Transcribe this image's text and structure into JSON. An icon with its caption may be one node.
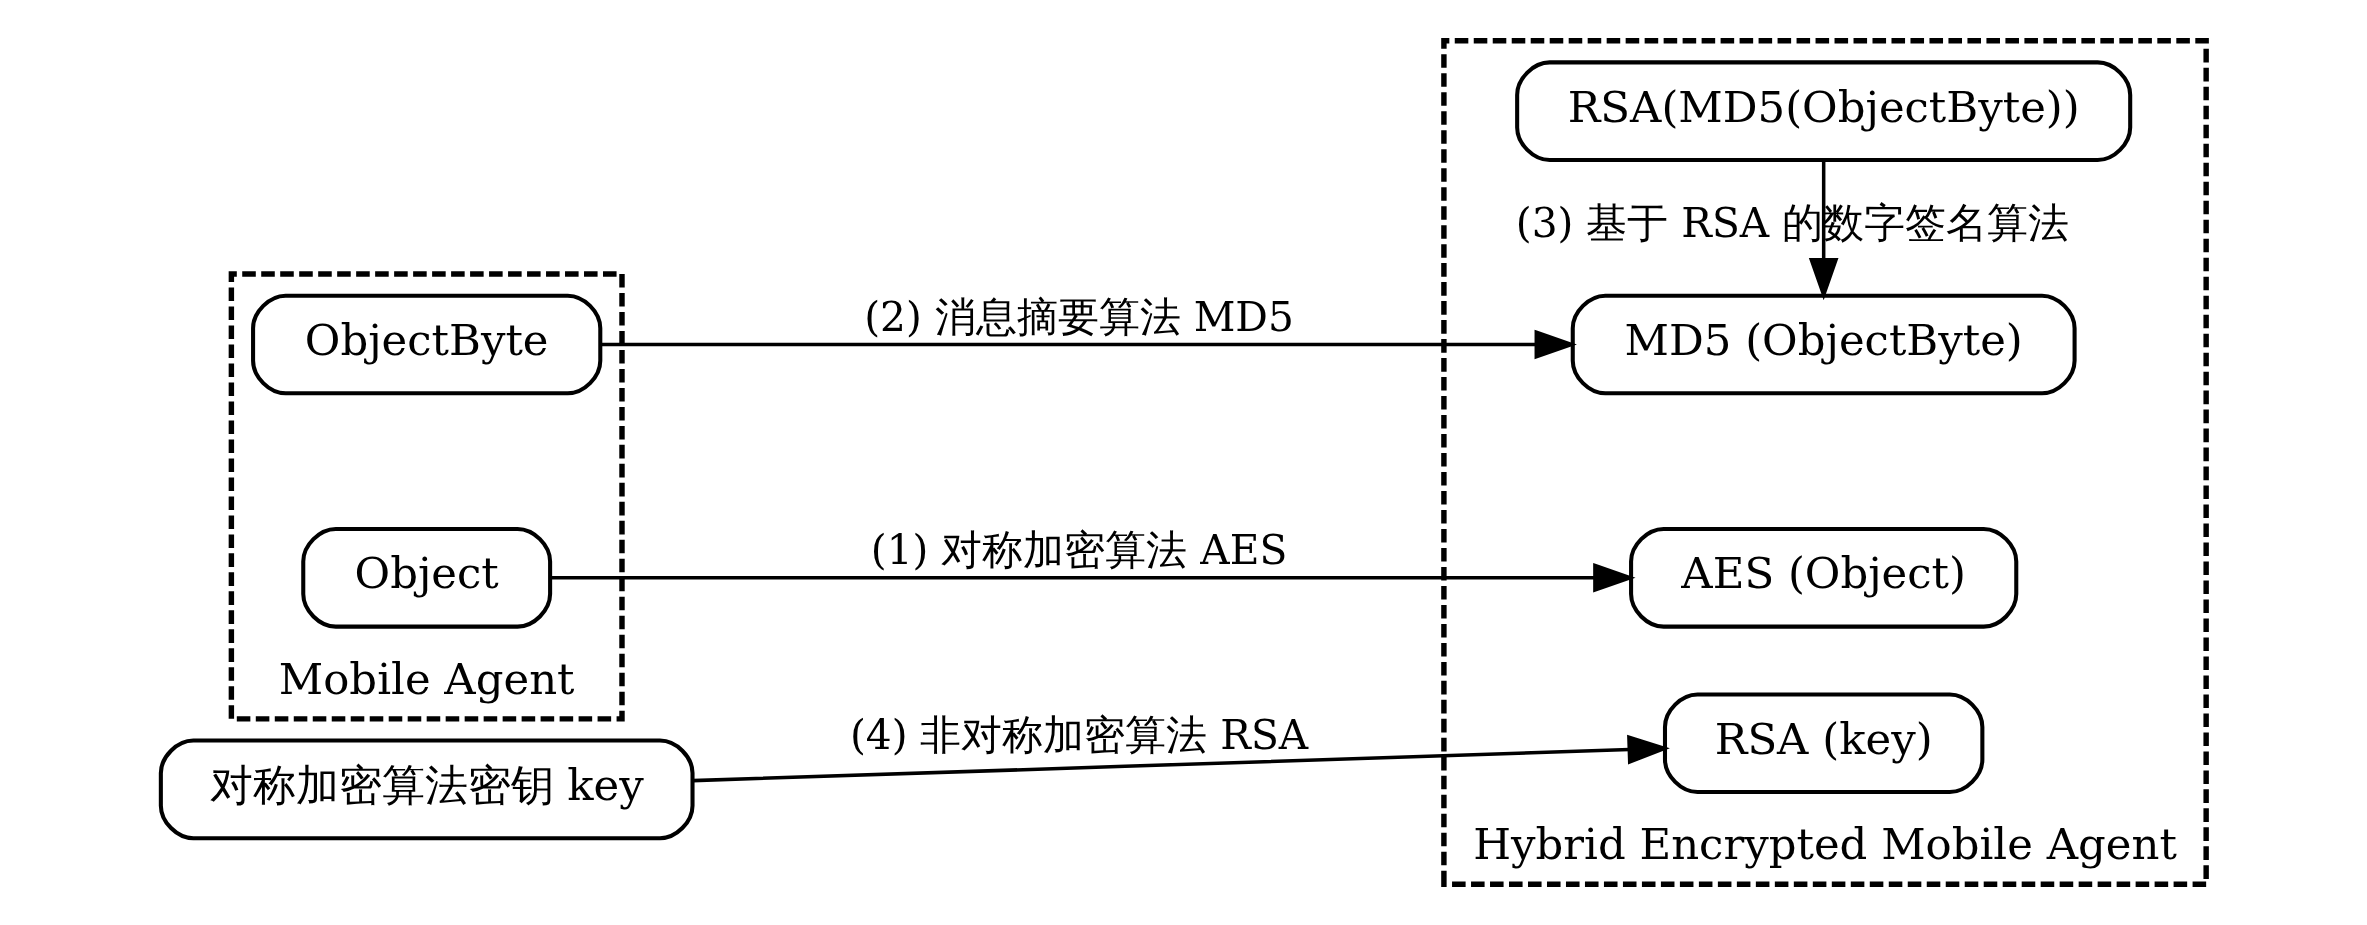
{
  "diagram": {
    "nodes": [
      {
        "text": [
          "Mobile Agent"
        ]
      },
      {
        "text": [
          "Object"
        ],
        "in": 0
      },
      {
        "text": [
          "ObjectByte"
        ],
        "in": 0
      },
      {
        "text": [
          "对称加密算法密钥 key"
        ]
      },
      {
        "text": [
          "Hybrid Encrypted Mobile Agent"
        ]
      },
      {
        "text": [
          "AES (Object)"
        ],
        "in": 4
      },
      {
        "text": [
          "MD5 (ObjectByte)"
        ],
        "in": 4
      },
      {
        "text": [
          "RSA(MD5(ObjectByte))"
        ],
        "in": 4
      },
      {
        "text": [
          "RSA (key)"
        ],
        "in": 4
      }
    ],
    "edges": [
      {
        "from": 1,
        "to": 5,
        "arrow": "to",
        "label": "(1) 对称加密算法 AES"
      },
      {
        "from": 2,
        "to": 6,
        "arrow": "to",
        "label": "(2) 消息摘要算法 MD5"
      },
      {
        "from": 7,
        "to": 6,
        "arrow": "to",
        "label": "(3) 基于 RSA 的数字签名算法"
      },
      {
        "from": 3,
        "to": 8,
        "arrow": "to",
        "label": "(4) 非对称加密算法 RSA"
      }
    ]
  }
}
